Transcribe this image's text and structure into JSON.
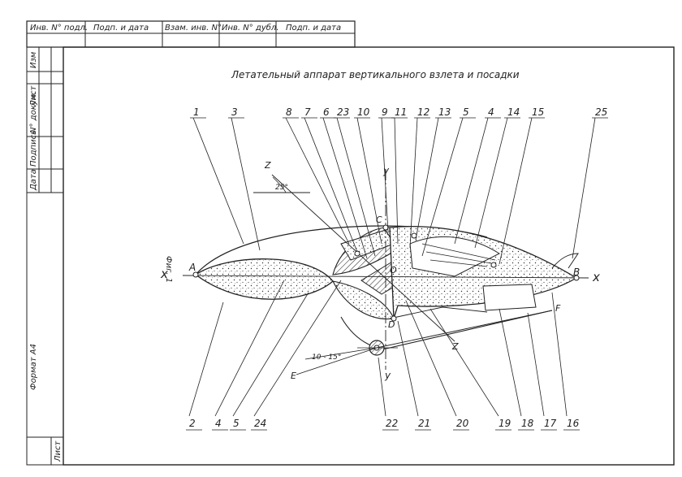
{
  "top_stamp": [
    "Инв. N° подл.",
    "Подп. и дата",
    "Взам. инв. N°",
    "Инв. N° дубл.",
    "Подп. и дата"
  ],
  "side_stamp": [
    "Изм",
    "Лист",
    "N° докум.",
    "Подпись",
    "Дата"
  ],
  "title": "Летательный аппарат вертикального взлета и посадки",
  "figure_label": "Фиг. 1",
  "format_label": "Формат А4",
  "sheet_label": "Лист",
  "top_callouts": [
    "1",
    "3",
    "8",
    "7",
    "6",
    "23",
    "10",
    "9",
    "11",
    "12",
    "13",
    "5",
    "4",
    "14",
    "15",
    "25"
  ],
  "bottom_callouts": [
    "2",
    "4",
    "5",
    "24",
    "22",
    "21",
    "20",
    "19",
    "18",
    "17",
    "16"
  ],
  "points": {
    "A": "A",
    "B": "B",
    "C": "C",
    "D": "D",
    "E": "E",
    "F": "F",
    "O": "O"
  },
  "axes": {
    "x_left": "x",
    "x_right": "x",
    "y_top": "y",
    "y_bottom": "y",
    "z_top": "Z",
    "z_bottom": "Z"
  },
  "angles": {
    "a1": "25°",
    "a2": "10 - 15°"
  }
}
